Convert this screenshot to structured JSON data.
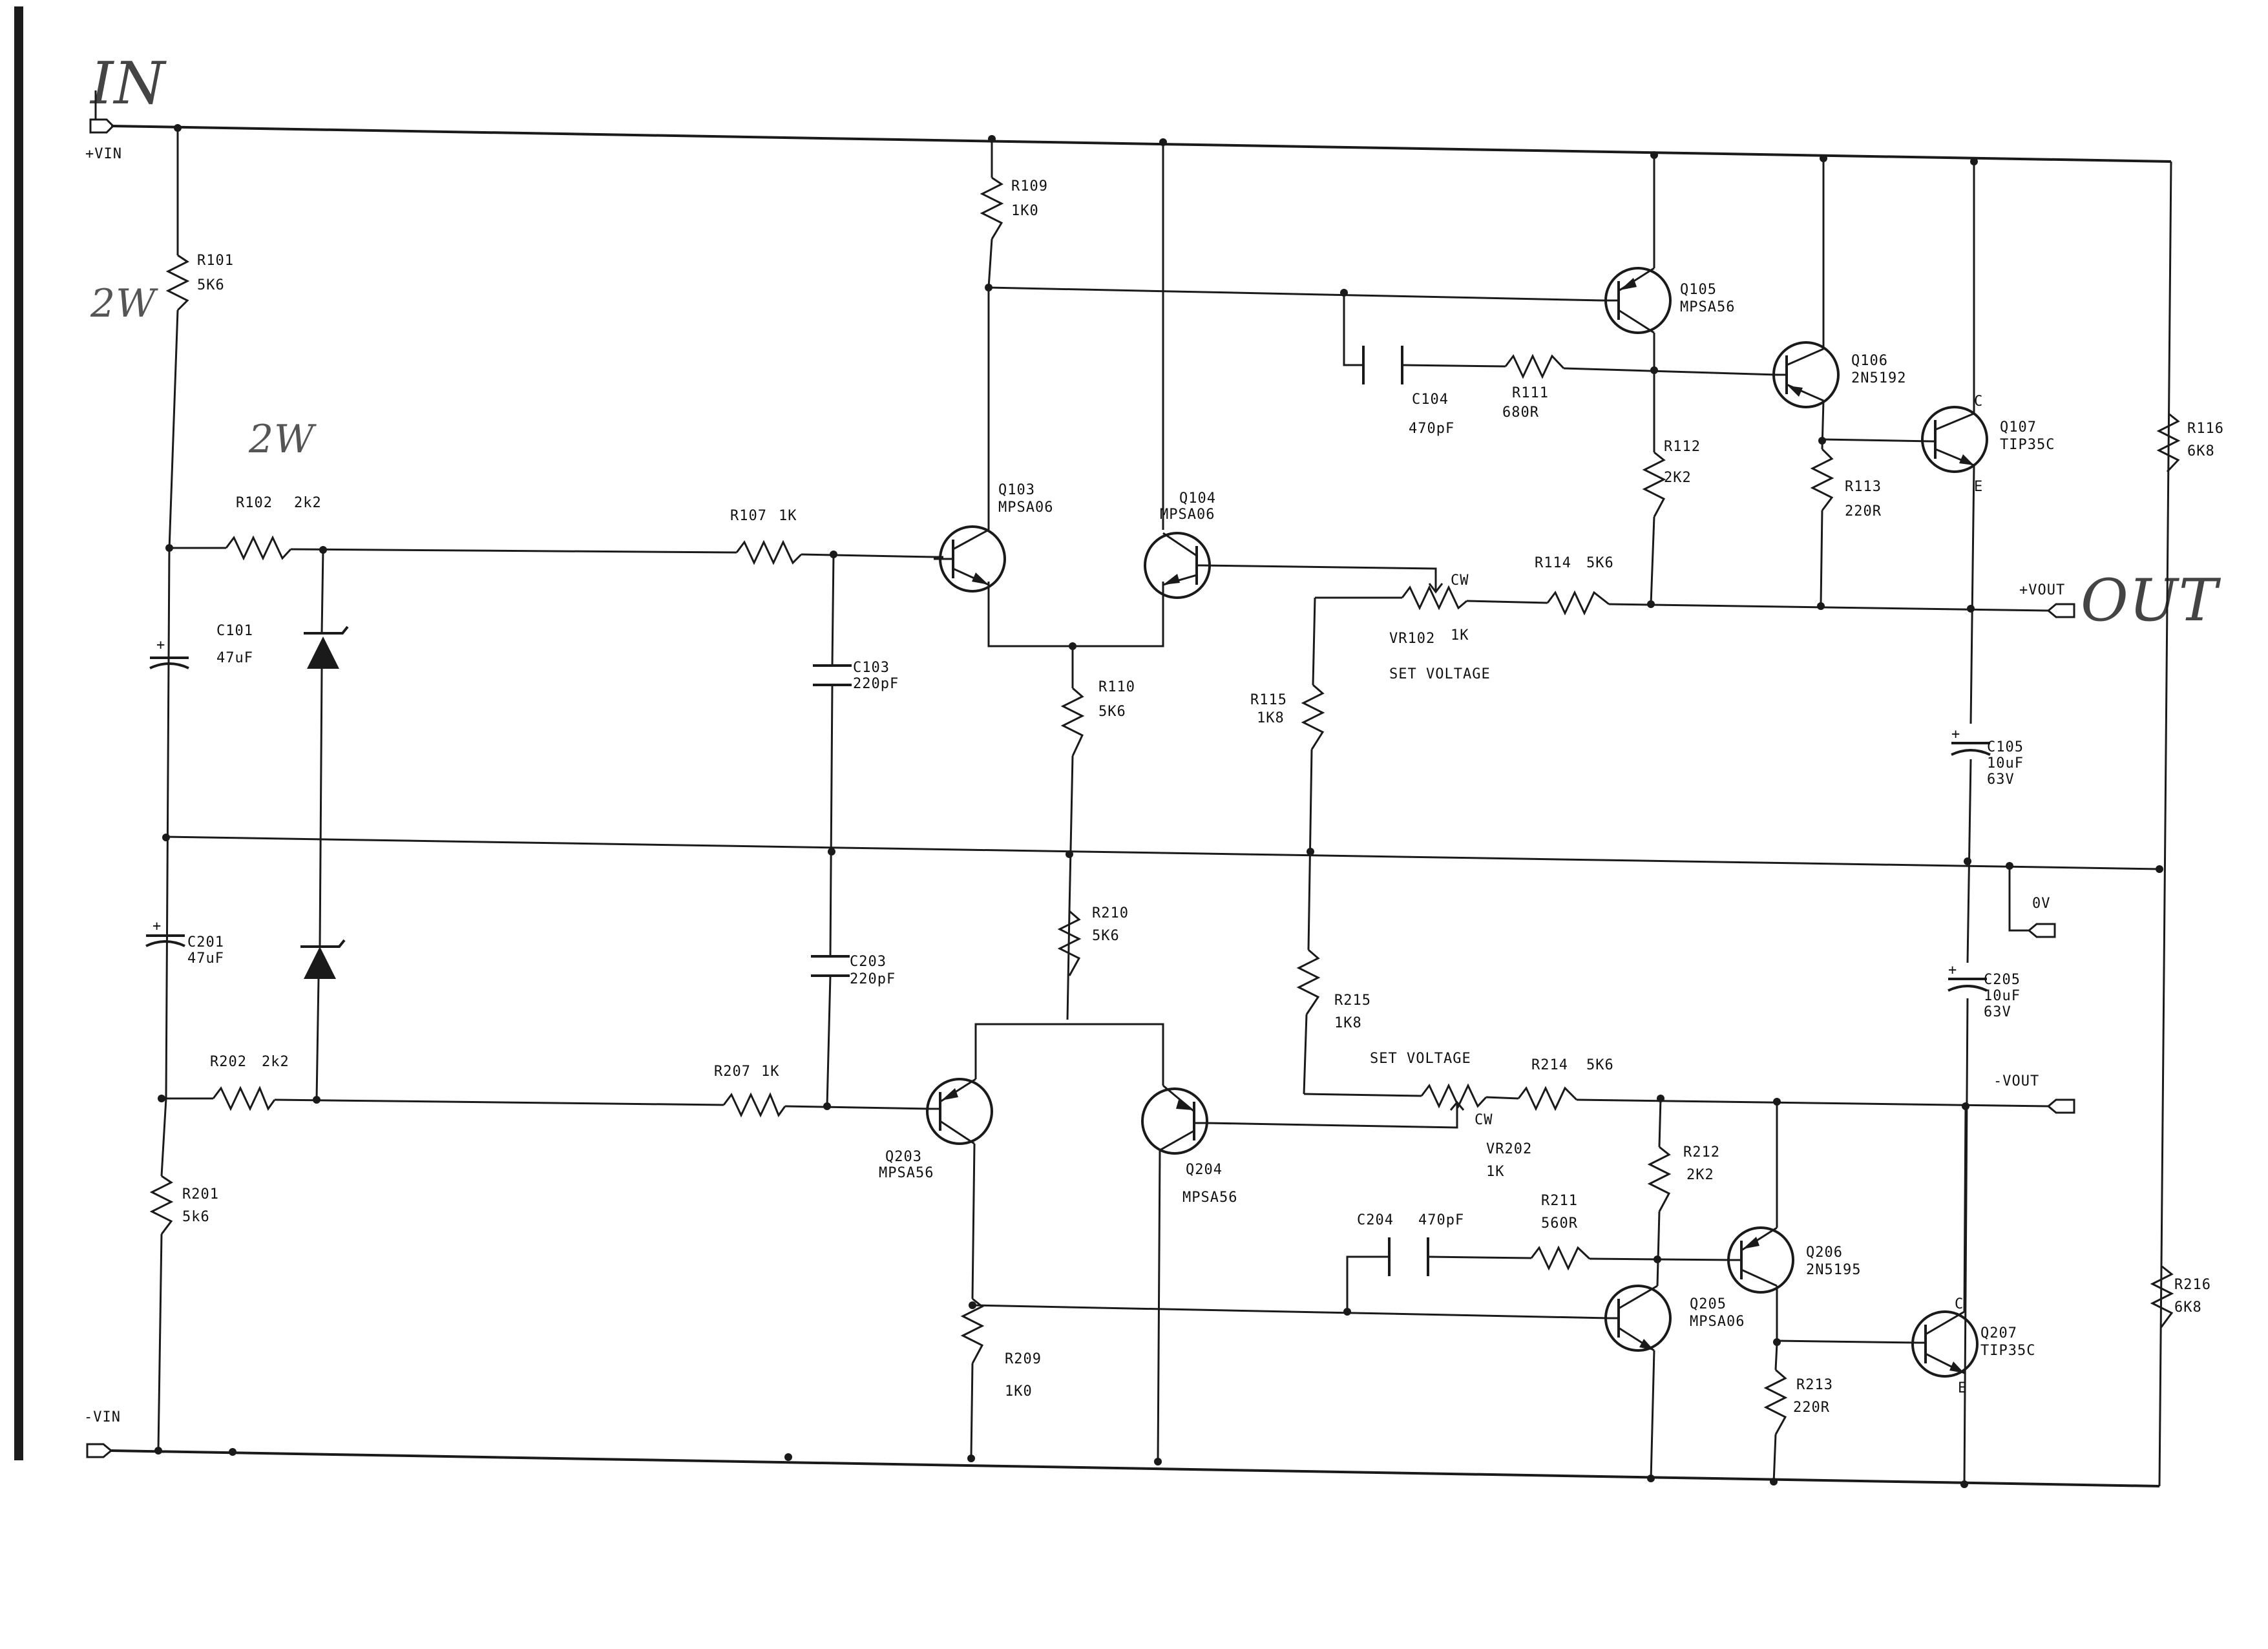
{
  "handwriting": {
    "in": "IN",
    "out": "OUT",
    "note_r101": "2W",
    "note_r102": "2W"
  },
  "ports": {
    "vin_pos": "+VIN",
    "vin_neg": "-VIN",
    "vout_pos": "+VOUT",
    "vout_neg": "-VOUT",
    "zero_v": "0V"
  },
  "resistors": {
    "r101": {
      "ref": "R101",
      "value": "5K6"
    },
    "r102": {
      "ref": "R102",
      "value": "2k2"
    },
    "r107": {
      "ref": "R107",
      "value": "1K"
    },
    "r109": {
      "ref": "R109",
      "value": "1K0"
    },
    "r110": {
      "ref": "R110",
      "value": "5K6"
    },
    "r111": {
      "ref": "R111",
      "value": "680R"
    },
    "r112": {
      "ref": "R112",
      "value": "2K2"
    },
    "r113": {
      "ref": "R113",
      "value": "220R"
    },
    "r114": {
      "ref": "R114",
      "value": "5K6"
    },
    "r115": {
      "ref": "R115",
      "value": "1K8"
    },
    "r116": {
      "ref": "R116",
      "value": "6K8"
    },
    "r201": {
      "ref": "R201",
      "value": "5k6"
    },
    "r202": {
      "ref": "R202",
      "value": "2k2"
    },
    "r207": {
      "ref": "R207",
      "value": "1K"
    },
    "r209": {
      "ref": "R209",
      "value": "1K0"
    },
    "r210": {
      "ref": "R210",
      "value": "5K6"
    },
    "r211": {
      "ref": "R211",
      "value": "560R"
    },
    "r212": {
      "ref": "R212",
      "value": "2K2"
    },
    "r213": {
      "ref": "R213",
      "value": "220R"
    },
    "r214": {
      "ref": "R214",
      "value": "5K6"
    },
    "r215": {
      "ref": "R215",
      "value": "1K8"
    },
    "r216": {
      "ref": "R216",
      "value": "6K8"
    }
  },
  "capacitors": {
    "c101": {
      "ref": "C101",
      "value": "47uF"
    },
    "c103": {
      "ref": "C103",
      "value": "220pF"
    },
    "c104": {
      "ref": "C104",
      "value": "470pF"
    },
    "c105": {
      "ref": "C105",
      "value": "10uF",
      "rating": "63V"
    },
    "c201": {
      "ref": "C201",
      "value": "47uF"
    },
    "c203": {
      "ref": "C203",
      "value": "220pF"
    },
    "c204": {
      "ref": "C204",
      "value": "470pF"
    },
    "c205": {
      "ref": "C205",
      "value": "10uF",
      "rating": "63V"
    }
  },
  "transistors": {
    "q103": {
      "ref": "Q103",
      "type": "MPSA06"
    },
    "q104": {
      "ref": "Q104",
      "type": "MPSA06"
    },
    "q105": {
      "ref": "Q105",
      "type": "MPSA56"
    },
    "q106": {
      "ref": "Q106",
      "type": "2N5192"
    },
    "q107": {
      "ref": "Q107",
      "type": "TIP35C"
    },
    "q203": {
      "ref": "Q203",
      "type": "MPSA56"
    },
    "q204": {
      "ref": "Q204",
      "type": "MPSA56"
    },
    "q205": {
      "ref": "Q205",
      "type": "MPSA06"
    },
    "q206": {
      "ref": "Q206",
      "type": "2N5195"
    },
    "q207": {
      "ref": "Q207",
      "type": "TIP35C"
    }
  },
  "pots": {
    "vr102": {
      "ref": "VR102",
      "value": "1K",
      "caption": "SET VOLTAGE"
    },
    "vr202": {
      "ref": "VR202",
      "value": "1K",
      "caption": "SET VOLTAGE"
    },
    "cw": "CW"
  },
  "pins": {
    "c": "C",
    "e": "E"
  },
  "plus": "+"
}
